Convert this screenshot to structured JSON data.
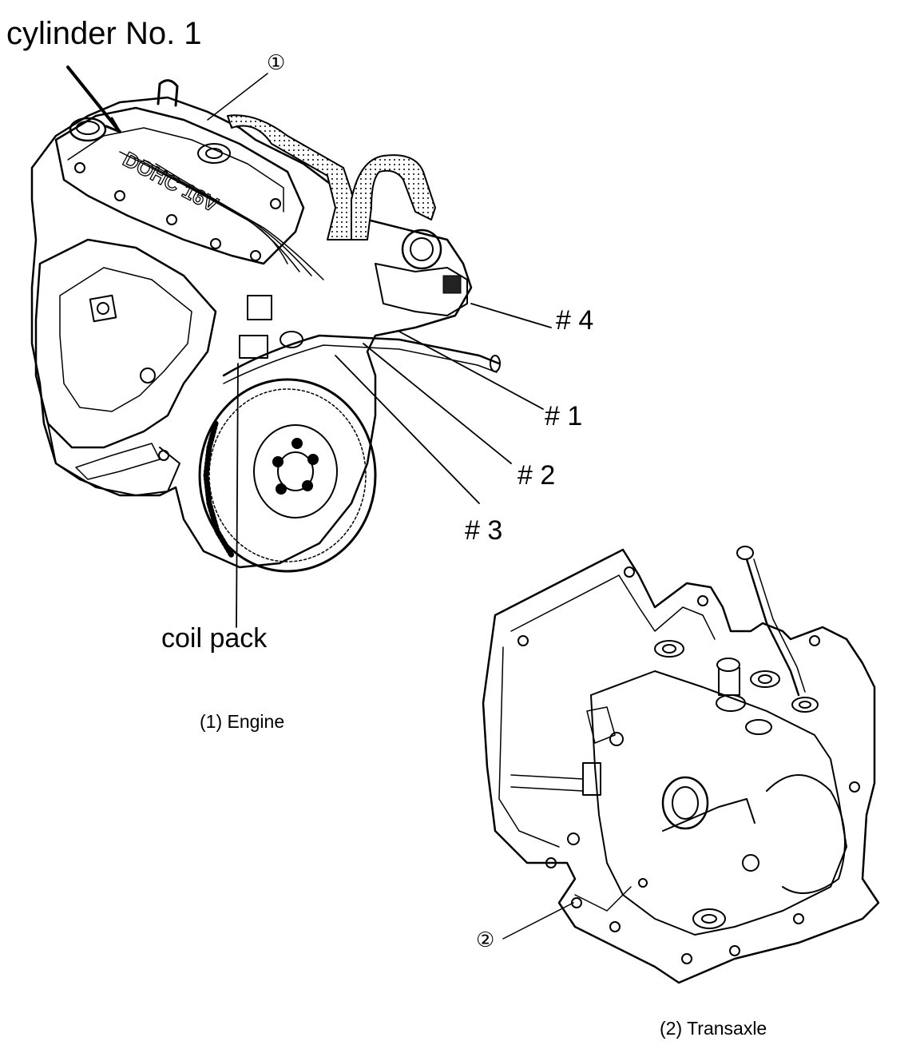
{
  "labels": {
    "cylinder_no1": "cylinder No. 1",
    "callout_1": "①",
    "callout_2": "②",
    "cyl4": "# 4",
    "cyl1": "# 1",
    "cyl2": "# 2",
    "cyl3": "# 3",
    "coil_pack": "coil pack",
    "engine_caption": "(1)  Engine",
    "transaxle_caption": "(2)  Transaxle",
    "valve_cover_text": "DOHC 16V"
  },
  "colors": {
    "ink": "#000000",
    "paper": "#ffffff",
    "hose_fill": "#d9d9d9"
  }
}
